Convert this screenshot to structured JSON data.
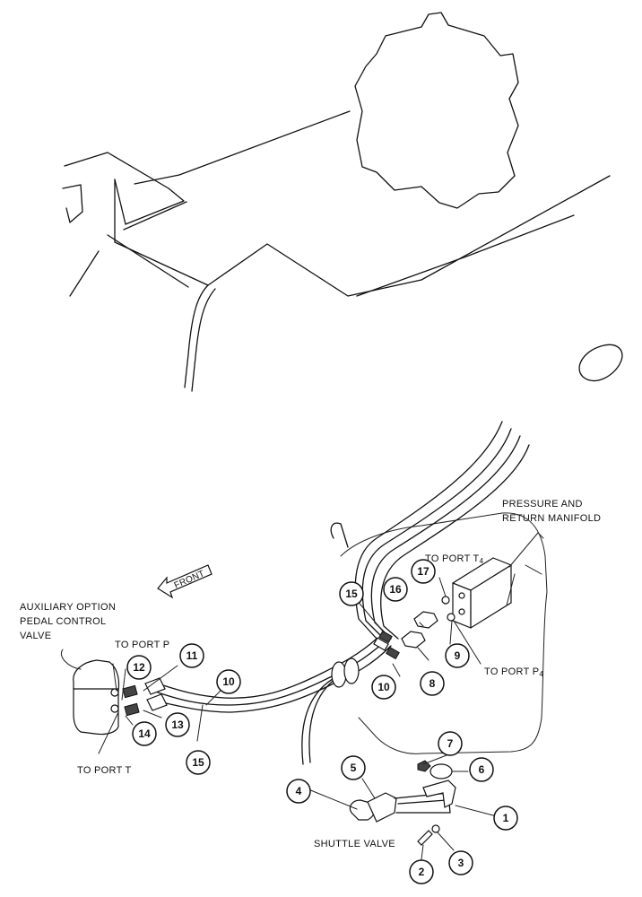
{
  "labels": {
    "pressure_manifold_line1": "PRESSURE AND",
    "pressure_manifold_line2": "RETURN MANIFOLD",
    "to_port_t4": "TO PORT T",
    "to_port_t4_sub": "4",
    "to_port_p4": "TO PORT P",
    "to_port_p4_sub": "4",
    "front": "FRONT",
    "aux_line1": "AUXILIARY OPTION",
    "aux_line2": "PEDAL CONTROL",
    "aux_line3": "VALVE",
    "to_port_p": "TO PORT P",
    "to_port_t": "TO PORT T",
    "shuttle_valve": "SHUTTLE VALVE"
  },
  "callouts": {
    "c1": "1",
    "c2": "2",
    "c3": "3",
    "c4": "4",
    "c5": "5",
    "c6": "6",
    "c7": "7",
    "c8": "8",
    "c9": "9",
    "c10a": "10",
    "c10b": "10",
    "c11": "11",
    "c12": "12",
    "c13": "13",
    "c14": "14",
    "c15a": "15",
    "c15b": "15",
    "c16": "16",
    "c17": "17"
  }
}
